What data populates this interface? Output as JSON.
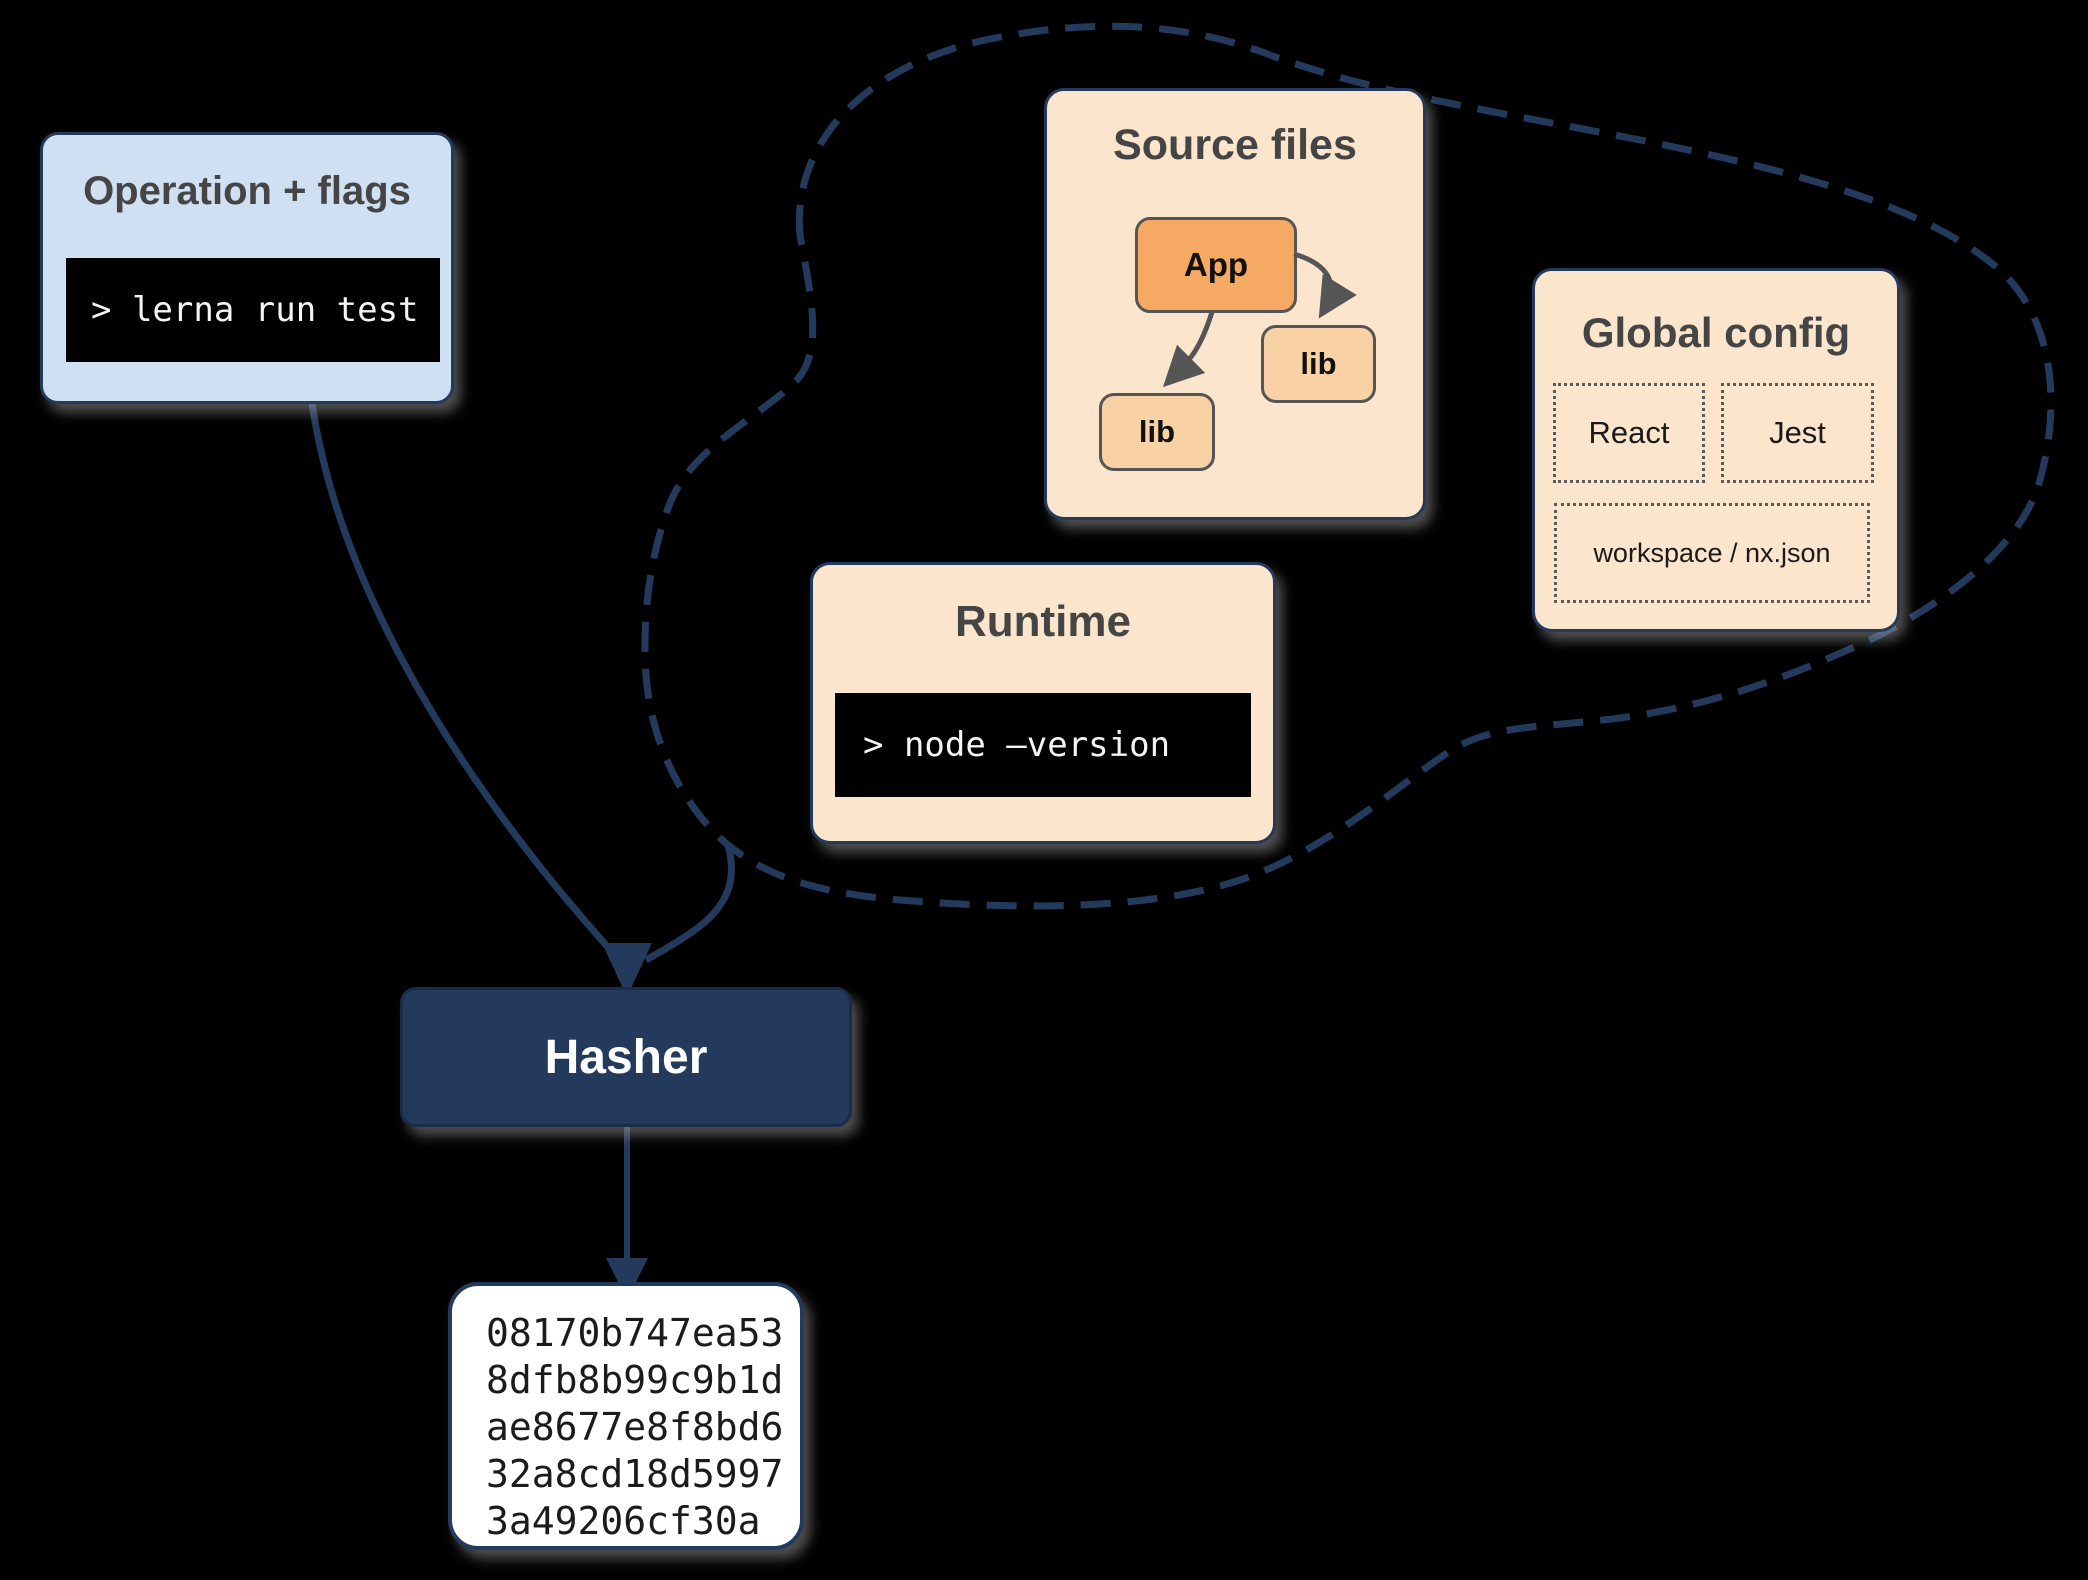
{
  "diagram": {
    "operation": {
      "title": "Operation + flags",
      "command": "> lerna run test"
    },
    "inputs_cloud": {
      "source_files": {
        "title": "Source files",
        "app": "App",
        "lib_a": "lib",
        "lib_b": "lib"
      },
      "runtime": {
        "title": "Runtime",
        "command": "> node –version"
      },
      "global_config": {
        "title": "Global config",
        "item_react": "React",
        "item_jest": "Jest",
        "item_workspace": "workspace / nx.json"
      }
    },
    "hasher": {
      "label": "Hasher"
    },
    "hash_output": {
      "lines": [
        "08170b747ea53",
        "8dfb8b99c9b1d",
        "ae8677e8f8bd6",
        "32a8cd18d5997",
        "3a49206cf30a"
      ]
    }
  },
  "colors": {
    "navy": "#243a5c",
    "light_blue": "#cfe0f3",
    "peach": "#fbe5cc",
    "orange": "#f5a963",
    "light_orange": "#f8d2a4",
    "terminal_bg": "#000000",
    "terminal_text": "#f4f4f4",
    "gray_border": "#555555",
    "title_text": "#454545"
  }
}
